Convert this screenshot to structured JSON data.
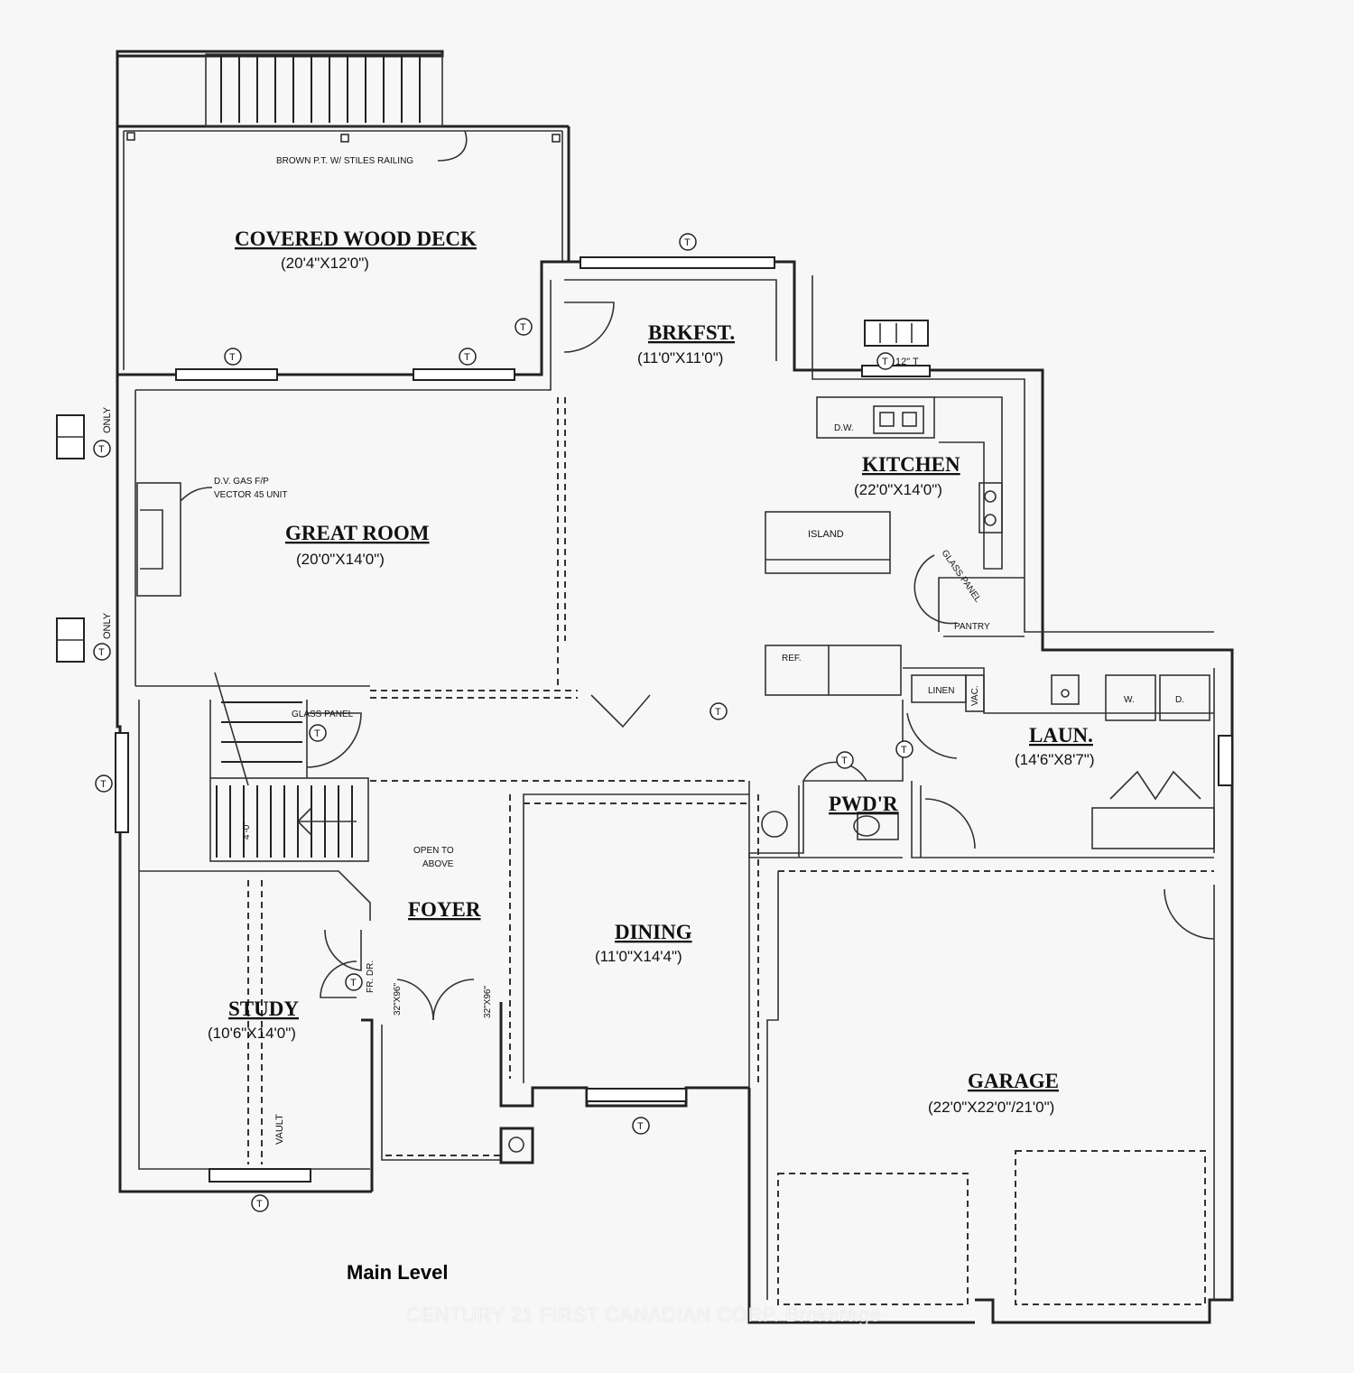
{
  "plan": {
    "level_label": "Main Level",
    "watermark": "CENTURY 21 FIRST CANADIAN CORP. Brokerage",
    "rooms": {
      "deck": {
        "name": "COVERED WOOD DECK",
        "dims": "(20'4\"X12'0\")"
      },
      "breakfast": {
        "name": "BRKFST.",
        "dims": "(11'0\"X11'0\")"
      },
      "great_room": {
        "name": "GREAT ROOM",
        "dims": "(20'0\"X14'0\")"
      },
      "kitchen": {
        "name": "KITCHEN",
        "dims": "(22'0\"X14'0\")"
      },
      "laundry": {
        "name": "LAUN.",
        "dims": "(14'6\"X8'7\")"
      },
      "powder": {
        "name": "PWD'R",
        "dims": ""
      },
      "foyer": {
        "name": "FOYER",
        "dims": ""
      },
      "dining": {
        "name": "DINING",
        "dims": "(11'0\"X14'4\")"
      },
      "study": {
        "name": "STUDY",
        "dims": "(10'6\"X14'0\")"
      },
      "garage": {
        "name": "GARAGE",
        "dims": "(22'0\"X22'0\"/21'0\")"
      }
    },
    "notes": {
      "railing": "BROWN P.T. W/ STILES RAILING",
      "fireplace_1": "D.V. GAS F/P",
      "fireplace_2": "VECTOR 45 UNIT",
      "glass_panel_stair": "GLASS PANEL",
      "glass_panel_pantry": "GLASS PANEL",
      "pantry": "PANTRY",
      "island": "ISLAND",
      "dishwasher": "D.W.",
      "fridge": "REF.",
      "linen": "LINEN",
      "vac": "VAC.",
      "washer": "W.",
      "dryer": "D.",
      "open_to_above_1": "OPEN TO",
      "open_to_above_2": "ABOVE",
      "stair_width": "4'-0\"",
      "door_left": "32\"X96\"",
      "door_right": "32\"X96\"",
      "front_door": "FR. DR.",
      "vault": "VAULT",
      "transom_only_1": "ONLY",
      "transom_only_2": "ONLY",
      "window_note": "12\" T",
      "transom_mark": "T"
    }
  }
}
